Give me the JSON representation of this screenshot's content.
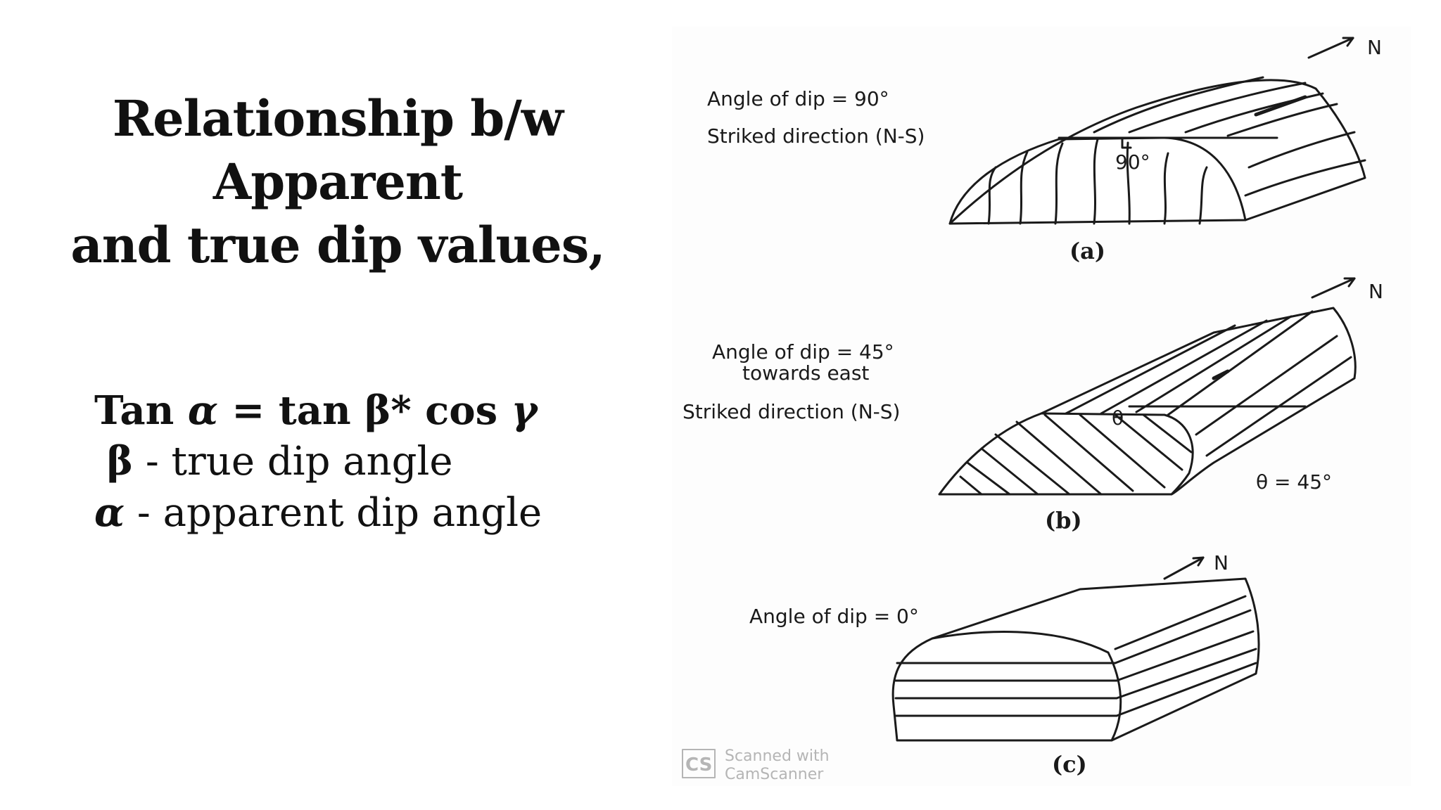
{
  "title": {
    "line1": "Relationship b/w",
    "line2": "Apparent",
    "line3": "and true dip values,"
  },
  "formula": {
    "tan_word": "Tan",
    "alpha": "α",
    "eq_part": "= tan β* cos",
    "gamma": "γ",
    "beta": "β",
    "beta_desc": "- true dip angle",
    "alpha2": "α",
    "alpha_desc": "- apparent dip angle"
  },
  "figure": {
    "north": "N",
    "a": {
      "dip_label": "Angle of dip = 90°",
      "strike_label": "Striked direction (N-S)",
      "angle_label": "90°",
      "caption": "(a)"
    },
    "b": {
      "dip_label": "Angle of dip = 45°",
      "dip_label2": "towards east",
      "strike_label": "Striked direction (N-S)",
      "theta": "θ",
      "theta_value": "θ = 45°",
      "caption": "(b)"
    },
    "c": {
      "dip_label": "Angle of dip = 0°",
      "caption": "(c)"
    },
    "watermark": {
      "logo": "CS",
      "line1": "Scanned with",
      "line2": "CamScanner"
    }
  }
}
